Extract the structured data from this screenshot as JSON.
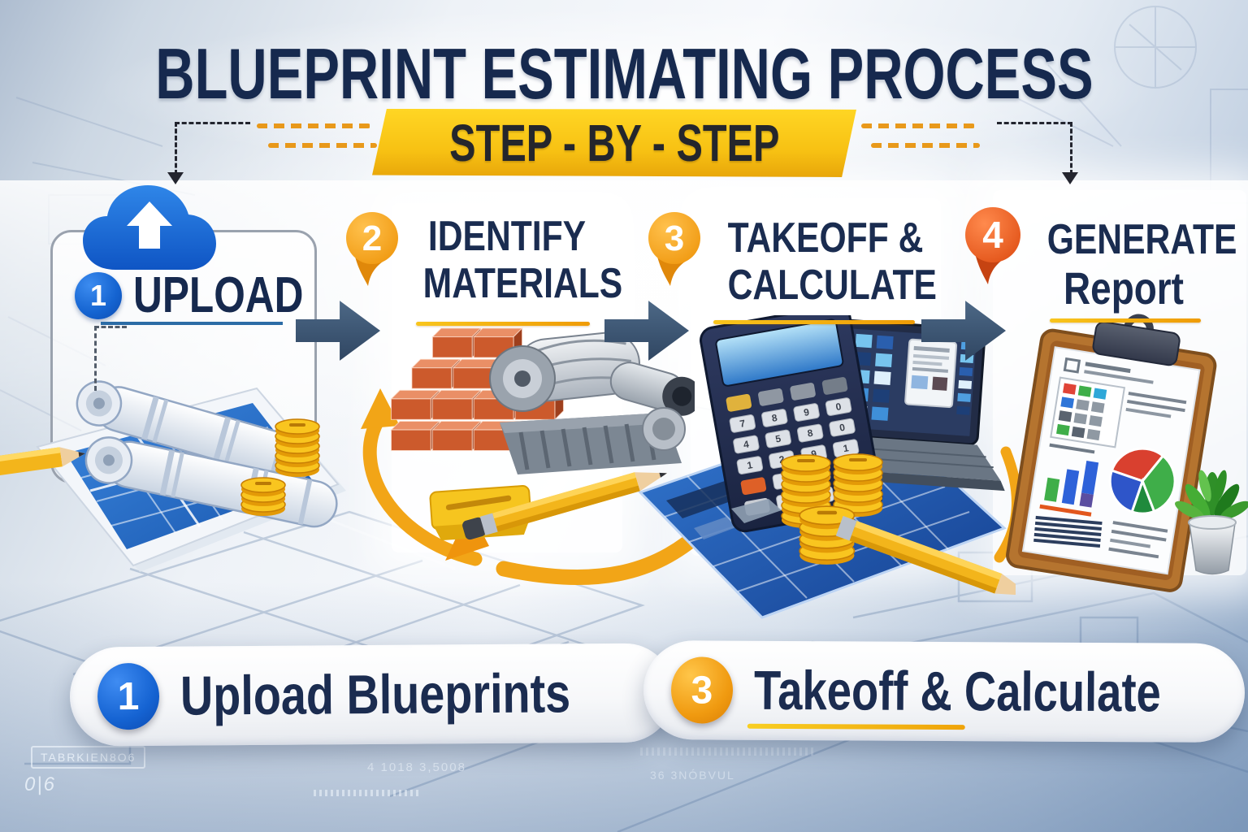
{
  "title": "BLUEPRINT ESTIMATING PROCESS",
  "banner": {
    "label": "STEP - BY - STEP"
  },
  "steps": [
    {
      "number": "1",
      "line1": "UPLOAD",
      "line2": "",
      "badge_color": "#1a6fd8"
    },
    {
      "number": "2",
      "line1": "IDENTIFY",
      "line2": "MATERIALS",
      "badge_color": "#f2a11a"
    },
    {
      "number": "3",
      "line1": "TAKEOFF &",
      "line2": "CALCULATE",
      "badge_color": "#f2a11a"
    },
    {
      "number": "4",
      "line1": "GENERATE",
      "line2": "Report",
      "badge_color": "#e5571d"
    }
  ],
  "bottom_pills": [
    {
      "number": "1",
      "label": "Upload Blueprints",
      "badge_color": "#1f6fdb"
    },
    {
      "number": "3",
      "label": "Takeoff & Calculate",
      "badge_color": "#ef9c10"
    }
  ],
  "background_texts": {
    "tag_box": "TABRKIEN8O6",
    "corner_mark": "0|6",
    "dim_note": "4 1018 3,5008",
    "dim_note2": "36 3NÓBVUL"
  },
  "colors": {
    "title_navy": "#16294e",
    "banner_gold": "#f7c113",
    "step_orange": "#f2a11a",
    "step_deep_orange": "#e5571d",
    "upload_blue": "#1a6fd8",
    "flow_arrow_slate": "#3d5874",
    "underline_orange": "#f0a30b",
    "blueprint_blue": "#2d6fc8"
  }
}
